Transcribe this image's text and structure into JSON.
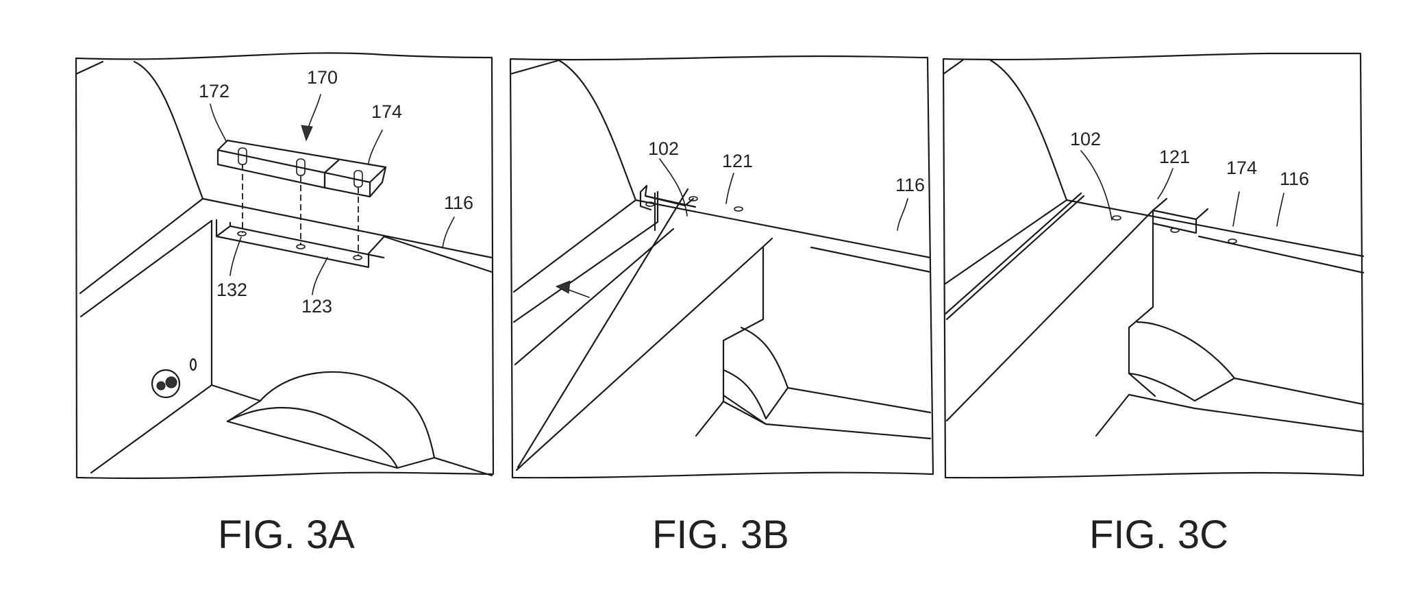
{
  "document": {
    "type": "patent-drawing-sheet",
    "figures": [
      {
        "id": "fig-3a",
        "caption": "FIG. 3A",
        "reference_numerals": [
          "172",
          "170",
          "174",
          "116",
          "132",
          "123"
        ]
      },
      {
        "id": "fig-3b",
        "caption": "FIG. 3B",
        "reference_numerals": [
          "102",
          "121",
          "116"
        ]
      },
      {
        "id": "fig-3c",
        "caption": "FIG. 3C",
        "reference_numerals": [
          "102",
          "121",
          "174",
          "116"
        ]
      }
    ]
  }
}
